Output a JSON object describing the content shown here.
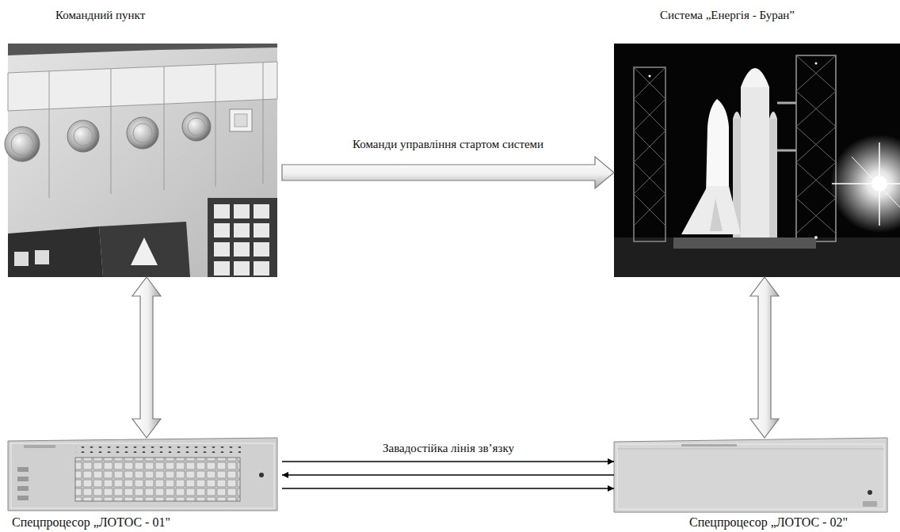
{
  "diagram": {
    "nodes": [
      {
        "text": [
          "Командний пункт"
        ]
      },
      {
        "text": [
          "Система „Енергія - Буран”"
        ]
      },
      {
        "text": [
          "Спецпроцесор „ЛОТОС - 01\""
        ]
      },
      {
        "text": [
          "Спецпроцесор „ЛОТОС - 02\""
        ]
      }
    ],
    "edges": [
      {
        "from": 0,
        "to": 1,
        "arrow": "to",
        "label": "Команди управління стартом системи"
      },
      {
        "from": 0,
        "to": 2,
        "arrow": "both"
      },
      {
        "from": 1,
        "to": 3,
        "arrow": "both"
      },
      {
        "from": 2,
        "to": 3,
        "arrow": "to",
        "label": "Завадостійка лінія зв’язку"
      },
      {
        "from": 3,
        "to": 2,
        "arrow": "to"
      },
      {
        "from": 2,
        "to": 3,
        "arrow": "to"
      }
    ]
  }
}
